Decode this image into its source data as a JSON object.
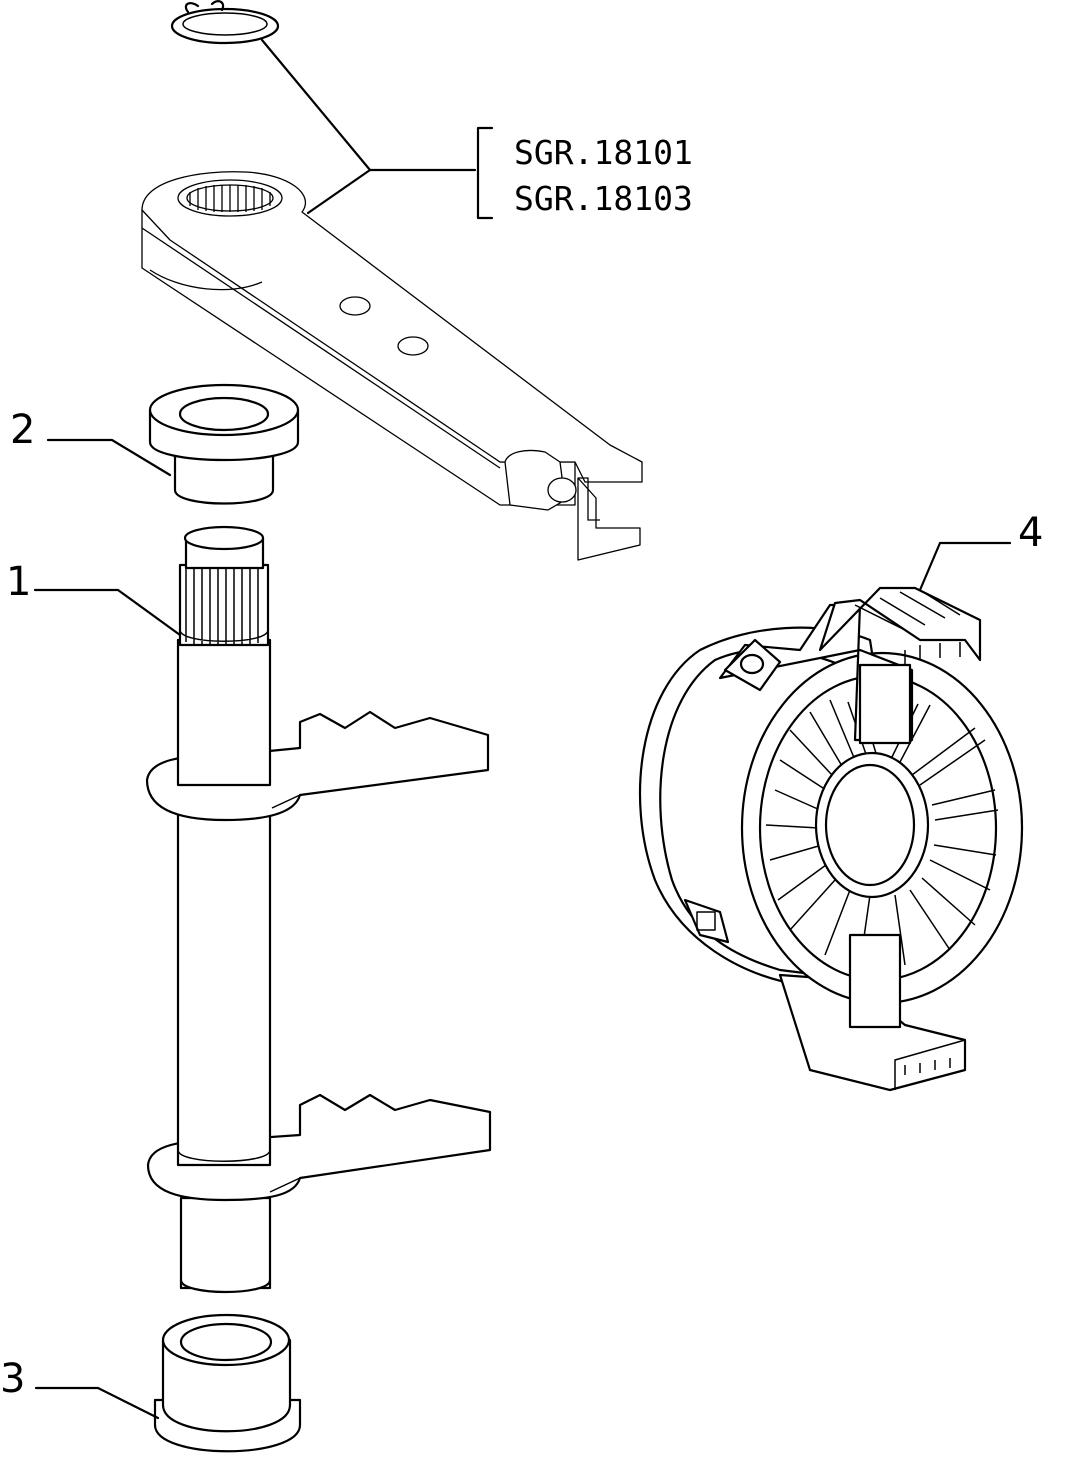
{
  "diagram": {
    "reference_group": {
      "codes": [
        "SGR.18101",
        "SGR.18103"
      ]
    },
    "callouts": [
      {
        "id": "1",
        "label": "1"
      },
      {
        "id": "2",
        "label": "2"
      },
      {
        "id": "3",
        "label": "3"
      },
      {
        "id": "4",
        "label": "4"
      }
    ]
  }
}
